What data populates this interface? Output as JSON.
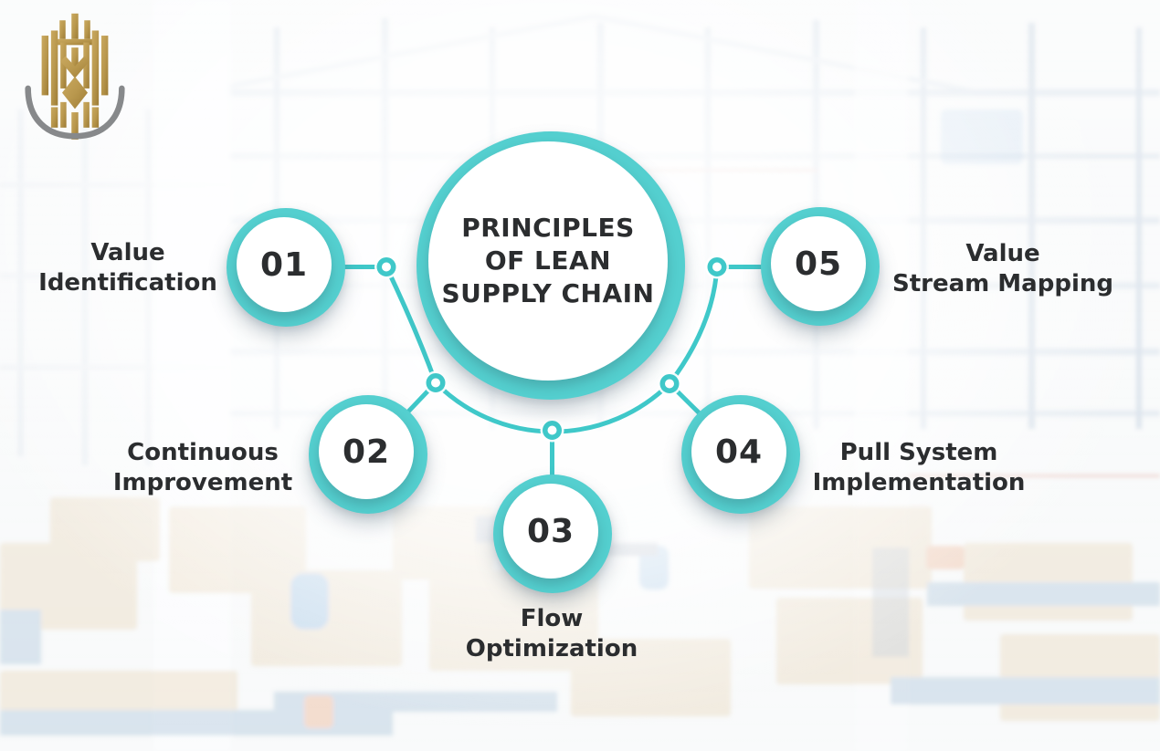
{
  "title": {
    "line1": "PRINCIPLES",
    "line2": "OF LEAN",
    "line3": "SUPPLY CHAIN",
    "full": "PRINCIPLES OF LEAN SUPPLY CHAIN"
  },
  "principles": [
    {
      "number": "01",
      "line1": "Value",
      "line2": "Identification"
    },
    {
      "number": "02",
      "line1": "Continuous",
      "line2": "Improvement"
    },
    {
      "number": "03",
      "line1": "Flow",
      "line2": "Optimization"
    },
    {
      "number": "04",
      "line1": "Pull System",
      "line2": "Implementation"
    },
    {
      "number": "05",
      "line1": "Value",
      "line2": "Stream Mapping"
    }
  ],
  "colors": {
    "teal": "#54cfcf",
    "connector": "#3fc8c9",
    "text": "#2b2d2f",
    "logo_gold": "#b9984e",
    "logo_arc_gray": "#87898b"
  }
}
